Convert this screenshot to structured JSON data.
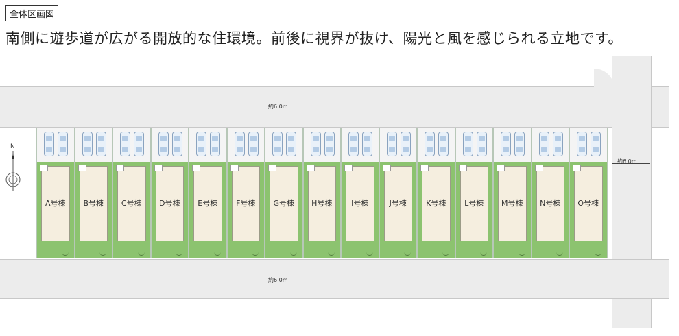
{
  "header": {
    "label": "全体区画図",
    "headline": "南側に遊歩道が広がる開放的な住環境。前後に視界が抜け、陽光と風を感じられる立地です。"
  },
  "roads": {
    "north_width": "約6.0m",
    "south_width": "約6.0m",
    "east_width": "約6.0m"
  },
  "compass": {
    "north_label": "N"
  },
  "lots": [
    {
      "label": "A号棟"
    },
    {
      "label": "B号棟"
    },
    {
      "label": "C号棟"
    },
    {
      "label": "D号棟"
    },
    {
      "label": "E号棟"
    },
    {
      "label": "F号棟"
    },
    {
      "label": "G号棟"
    },
    {
      "label": "H号棟"
    },
    {
      "label": "I号棟"
    },
    {
      "label": "J号棟"
    },
    {
      "label": "K号棟"
    },
    {
      "label": "L号棟"
    },
    {
      "label": "M号棟"
    },
    {
      "label": "N号棟"
    },
    {
      "label": "O号棟"
    }
  ],
  "colors": {
    "garden": "#8cc36f",
    "house": "#f5eedf",
    "road": "#ececec"
  }
}
